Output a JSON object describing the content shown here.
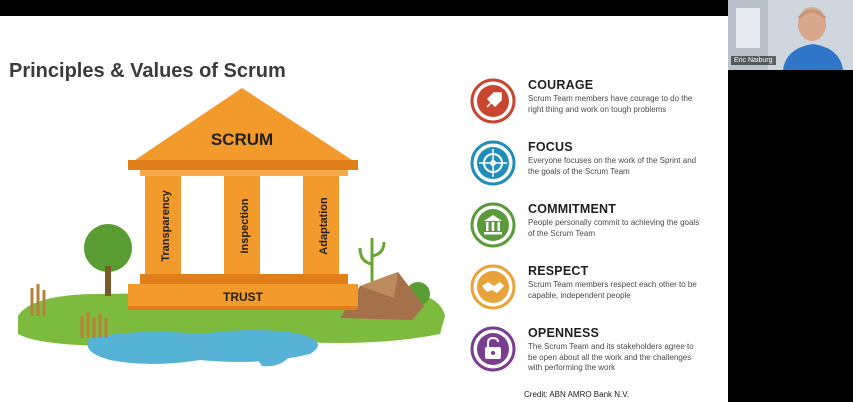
{
  "slide": {
    "title": "Principles & Values of Scrum",
    "temple": {
      "roof_label": "SCRUM",
      "pillars": [
        "Transparency",
        "Inspection",
        "Adaptation"
      ],
      "base_label": "TRUST"
    },
    "values": [
      {
        "name": "COURAGE",
        "description": "Scrum Team members have courage to do the right thing and work on tough problems",
        "icon": "rocket-icon",
        "color": "#c8452f"
      },
      {
        "name": "FOCUS",
        "description": "Everyone focuses on the work of the Sprint and the goals of the Scrum Team",
        "icon": "target-icon",
        "color": "#1f8fb7"
      },
      {
        "name": "COMMITMENT",
        "description": "People personally commit to achieving the goals of the Scrum Team",
        "icon": "bank-icon",
        "color": "#5b9a3b"
      },
      {
        "name": "RESPECT",
        "description": "Scrum Team members respect each other to be capable, independent people",
        "icon": "handshake-icon",
        "color": "#e8a33a"
      },
      {
        "name": "OPENNESS",
        "description": "The Scrum Team and its stakeholders agree to be open about all the work and the challenges with performing the work",
        "icon": "unlock-icon",
        "color": "#7a3d8f"
      }
    ],
    "credit": "Credit: ABN AMRO Bank N.V."
  },
  "video": {
    "participant_name": "Eric Naiburg"
  },
  "colors": {
    "orange": "#f39a2c",
    "orange_dark": "#e07f1a",
    "grass": "#7dbb3f",
    "water": "#57b3d6"
  }
}
